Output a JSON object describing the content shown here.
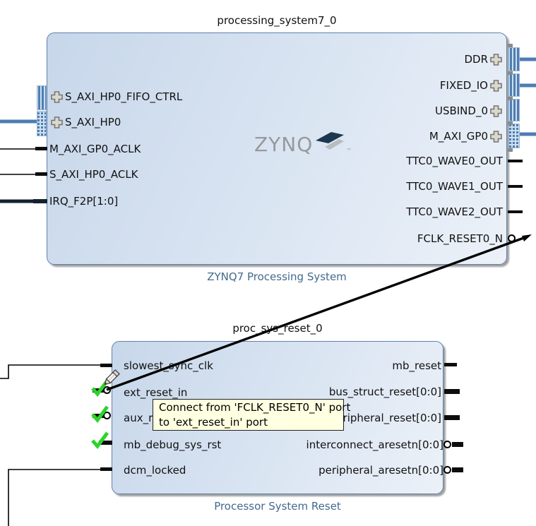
{
  "tooltip": {
    "line1": "Connect from 'FCLK_RESET0_N' port",
    "line2": "to 'ext_reset_in' port"
  },
  "colors": {
    "wire_blue": "#4d7eb3",
    "bus_dark": "#14212e",
    "check_green": "#2bd42b",
    "block_label_blue": "#44698e",
    "tooltip_bg": "#ffffe1"
  },
  "blocks": {
    "ps7": {
      "title": "processing_system7_0",
      "subtitle": "ZYNQ7 Processing System",
      "logo_text": "ZYNQ",
      "logo_tm": "™",
      "left_ports": [
        {
          "label": "S_AXI_HP0_FIFO_CTRL",
          "type": "interface"
        },
        {
          "label": "S_AXI_HP0",
          "type": "interface"
        },
        {
          "label": "M_AXI_GP0_ACLK",
          "type": "pin"
        },
        {
          "label": "S_AXI_HP0_ACLK",
          "type": "pin"
        },
        {
          "label": "IRQ_F2P[1:0]",
          "type": "bus"
        }
      ],
      "right_ports": [
        {
          "label": "DDR",
          "type": "interface"
        },
        {
          "label": "FIXED_IO",
          "type": "interface"
        },
        {
          "label": "USBIND_0",
          "type": "interface"
        },
        {
          "label": "M_AXI_GP0",
          "type": "interface"
        },
        {
          "label": "TTC0_WAVE0_OUT",
          "type": "pin"
        },
        {
          "label": "TTC0_WAVE1_OUT",
          "type": "pin"
        },
        {
          "label": "TTC0_WAVE2_OUT",
          "type": "pin"
        },
        {
          "label": "FCLK_RESET0_N",
          "type": "pin-inverted"
        }
      ]
    },
    "psr": {
      "title": "proc_sys_reset_0",
      "subtitle": "Processor System Reset",
      "left_ports": [
        {
          "label": "slowest_sync_clk",
          "type": "pin"
        },
        {
          "label": "ext_reset_in",
          "type": "pin-inverted"
        },
        {
          "label": "aux_reset_in",
          "type": "pin-inverted"
        },
        {
          "label": "mb_debug_sys_rst",
          "type": "pin"
        },
        {
          "label": "dcm_locked",
          "type": "pin"
        }
      ],
      "right_ports": [
        {
          "label": "mb_reset",
          "type": "pin"
        },
        {
          "label": "bus_struct_reset[0:0]",
          "type": "bus"
        },
        {
          "label": "peripheral_reset[0:0]",
          "type": "bus"
        },
        {
          "label": "interconnect_aresetn[0:0]",
          "type": "bus-inverted"
        },
        {
          "label": "peripheral_aresetn[0:0]",
          "type": "bus-inverted"
        }
      ]
    }
  }
}
